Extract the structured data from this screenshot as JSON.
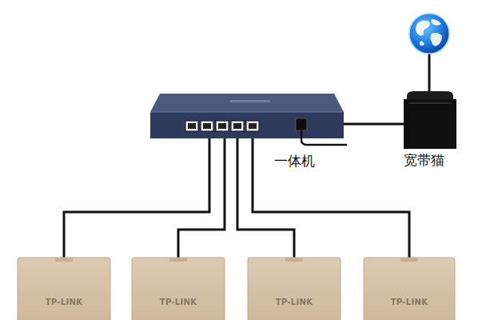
{
  "diagram": {
    "nodes": [
      {
        "text": [
          "一体机"
        ]
      },
      {
        "text": [
          "宽带猫"
        ]
      },
      {
        "text": [
          "TP-LINK"
        ]
      },
      {
        "text": [
          "TP-LINK"
        ]
      },
      {
        "text": [
          "TP-LINK"
        ]
      },
      {
        "text": [
          "TP-LINK"
        ]
      }
    ],
    "edges": [
      {
        "from": 1,
        "to": 0,
        "arrow": "none"
      },
      {
        "from": 0,
        "to": 2,
        "arrow": "none"
      },
      {
        "from": 0,
        "to": 3,
        "arrow": "none"
      },
      {
        "from": 0,
        "to": 4,
        "arrow": "none"
      },
      {
        "from": 0,
        "to": 5,
        "arrow": "none"
      }
    ]
  }
}
